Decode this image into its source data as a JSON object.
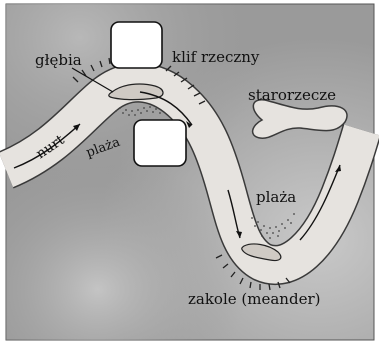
{
  "labels": {
    "glebia": "głębia",
    "klif": "klif rzeczny",
    "starorzecze": "starorzecze",
    "nurt": "nurt",
    "plaza_upper": "plaża",
    "plaza_lower": "plaża",
    "zakole": "zakole (meander)"
  },
  "answer_boxes": [
    {
      "value": ""
    },
    {
      "value": ""
    }
  ],
  "colors": {
    "ground": "#9a9a9a",
    "river": "#e6e3df",
    "outline": "#1a1a1a",
    "text": "#111111"
  }
}
